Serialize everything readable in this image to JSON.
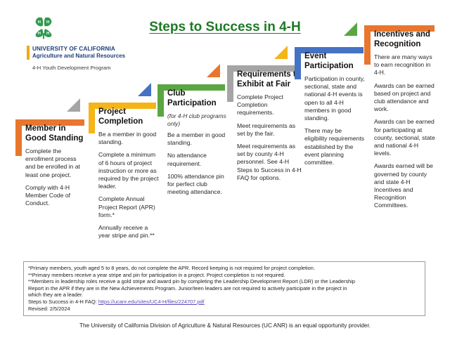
{
  "logo": {
    "clover_icon": "four-leaf-clover-icon",
    "clover_color": "#2e9a4e",
    "accent_color": "#f2a900",
    "line1": "UNIVERSITY OF CALIFORNIA",
    "line2": "Agriculture and Natural Resources",
    "program": "4-H Youth Development Program"
  },
  "title": "Steps to Success in 4-H",
  "title_color": "#1d7a27",
  "steps": [
    {
      "id": "member-in-good-standing",
      "heading": "Member in Good Standing",
      "color": "#e8762d",
      "note": "",
      "items": [
        "Complete the enrollment process and be enrolled in at least one project.",
        "Comply with 4-H Member Code of Conduct."
      ]
    },
    {
      "id": "project-completion",
      "heading": "Project Completion",
      "color": "#f5b417",
      "note": "",
      "items": [
        "Be a member in good standing.",
        "Complete a minimum of 6 hours of project instruction or more as required by the project leader.",
        "Complete Annual Project Report (APR) form.*",
        "Annually receive a year stripe and pin.**"
      ]
    },
    {
      "id": "club-participation",
      "heading": "Club Participation",
      "color": "#5aa642",
      "note": "(for 4-H club programs only)",
      "items": [
        "Be a member in good standing.",
        "No attendance requirement.",
        "100% attendance pin for perfect club meeting attendance."
      ]
    },
    {
      "id": "requirements-to-exhibit-at-fair",
      "heading": "Requirements to Exhibit at Fair",
      "color": "#a5a5a5",
      "note": "",
      "items": [
        "Complete Project Completion requirements.",
        "Meet requirements as set by the fair.",
        "Meet requirements as set by county 4-H personnel. See 4-H Steps to Success in 4-H FAQ for options."
      ]
    },
    {
      "id": "event-participation",
      "heading": "Event Participation",
      "color": "#4472c4",
      "note": "",
      "items": [
        "Participation in county, sectional, state and national 4-H events is open to all 4-H members in good standing.",
        "There may be eligibility requirements established by the event planning committee."
      ]
    },
    {
      "id": "incentives-and-recognition",
      "heading": "Incentives and Recognition",
      "color": "#e8762d",
      "note": "",
      "items": [
        "There are many ways to earn recognition in 4-H.",
        "Awards can be earned based on project and club attendance and work.",
        "Awards can be earned for participating at county, sectional, state and national 4-H levels.",
        "Awards earned will be governed by county and state 4-H Incentives and Recognition Committees."
      ]
    }
  ],
  "connectors": [
    {
      "id": "connector-gray",
      "color": "#a5a5a5"
    },
    {
      "id": "connector-blue",
      "color": "#4472c4"
    },
    {
      "id": "connector-orange",
      "color": "#e8762d"
    },
    {
      "id": "connector-gold",
      "color": "#f5b417"
    },
    {
      "id": "connector-green",
      "color": "#5aa642"
    }
  ],
  "footnotes": {
    "line1": "*Primary members, youth aged 5 to 8 years, do not complete the APR. Record keeping is not required for project completion.",
    "line2": "**Primary members receive a year stripe and pin for participation in a project. Project completion is not required.",
    "line3": "**Members in leadership roles receive a gold stripe and award pin by completing the Leadership Development Report (LDR) or the Leadership",
    "line4": "Report in the APR if they are in the New Achievements Program. Junior/teen leaders are not required to actively participate in the project in",
    "line5": "which they are a leader.",
    "faq_prefix": "Steps to Success in 4-H FAQ: ",
    "faq_url": "https://ucanr.edu/sites/UC4-H/files/224707.pdf",
    "revised": "Revised: 2/5/2024"
  },
  "equal_opportunity": "The University of California Division of Agriculture & Natural Resources (UC ANR) is an equal opportunity provider."
}
